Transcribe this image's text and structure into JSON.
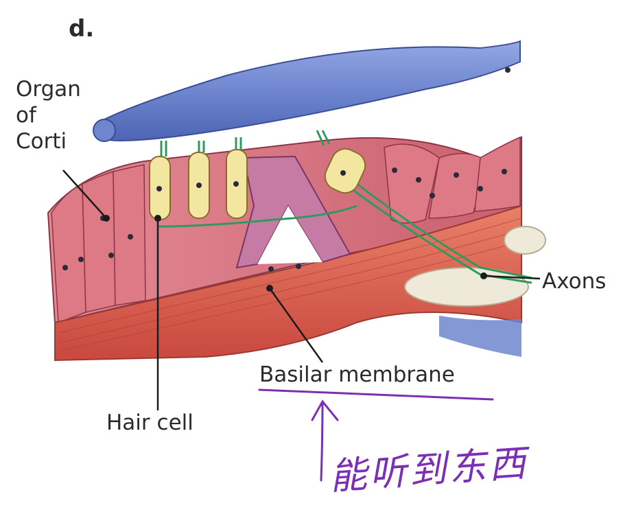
{
  "figure": {
    "panel_letter": "d.",
    "labels": {
      "organ_of_corti": [
        "Organ",
        "of",
        "Corti"
      ],
      "axons": "Axons",
      "basilar_membrane": "Basilar membrane",
      "hair_cell": "Hair cell"
    }
  },
  "annotation": {
    "handwritten_note": "能听到东西",
    "ink_color": "#7b2fb5"
  },
  "colors": {
    "tectorial_membrane": "#6f86cf",
    "support_cells": "#d9707e",
    "basilar_membrane": "#d9584f",
    "hair_cells": "#f3e6a0",
    "nerve_fibers": "#2f9a5e",
    "nuclei": "#2a2a3a"
  }
}
